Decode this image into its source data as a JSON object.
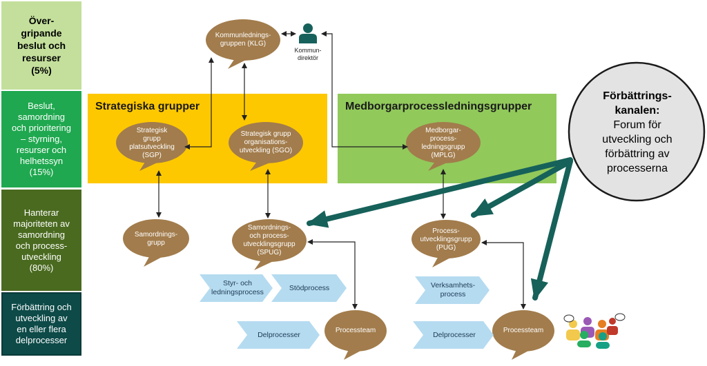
{
  "bands": [
    {
      "id": "b1",
      "lines": [
        "Över-",
        "gripande",
        "beslut och",
        "resurser",
        "(5%)"
      ]
    },
    {
      "id": "b2",
      "lines": [
        "Beslut,",
        "samordning",
        "och prioritering",
        "– styrning,",
        "resurser och",
        "helhetssyn",
        "(15%)"
      ]
    },
    {
      "id": "b3",
      "lines": [
        "Hanterar",
        "majoriteten av",
        "samordning",
        "och process-",
        "utveckling",
        "(80%)"
      ]
    },
    {
      "id": "b4",
      "lines": [
        "Förbättring och",
        "utveckling av",
        "en eller flera",
        "delprocesser"
      ]
    }
  ],
  "panels": {
    "strategic_title": "Strategiska grupper",
    "citizen_title": "Medborgarprocessledningsgrupper"
  },
  "bubbles": {
    "klg": "Kommunlednings-\ngruppen (KLG)",
    "sgp": "Strategisk\ngrupp\nplatsutveckling\n(SGP)",
    "sgo": "Strategisk grupp\norganisations-\nutveckling (SGO)",
    "mplg": "Medborgar-\nprocess-\nledningsgrupp\n(MPLG)",
    "samordningsgrupp": "Samordnings-\ngrupp",
    "spug": "Samordnings-\noch process-\nutvecklingsgrupp\n(SPUG)",
    "pug": "Process-\nutvecklingsgrupp\n(PUG)",
    "processteam1": "Processteam",
    "processteam2": "Processteam"
  },
  "chevrons": {
    "styr": "Styr- och\nledningsprocess",
    "stod": "Stödprocess",
    "verksamhet": "Verksamhets-\nprocess",
    "delproc1": "Delprocesser",
    "delproc2": "Delprocesser"
  },
  "kommundirektor": "Kommun-\ndirektör",
  "forum": {
    "line1": "Förbättrings-",
    "line2": "kanalen:",
    "rest": [
      "Forum för",
      "utveckling och",
      "förbättring av",
      "processerna"
    ]
  },
  "colors": {
    "bubble": "#a27c4c",
    "chevron": "#b5dbf0",
    "arrow": "#16615a",
    "strategic_panel": "#fec800",
    "citizen_panel": "#91c95b",
    "forum_fill": "#e3e3e3"
  }
}
